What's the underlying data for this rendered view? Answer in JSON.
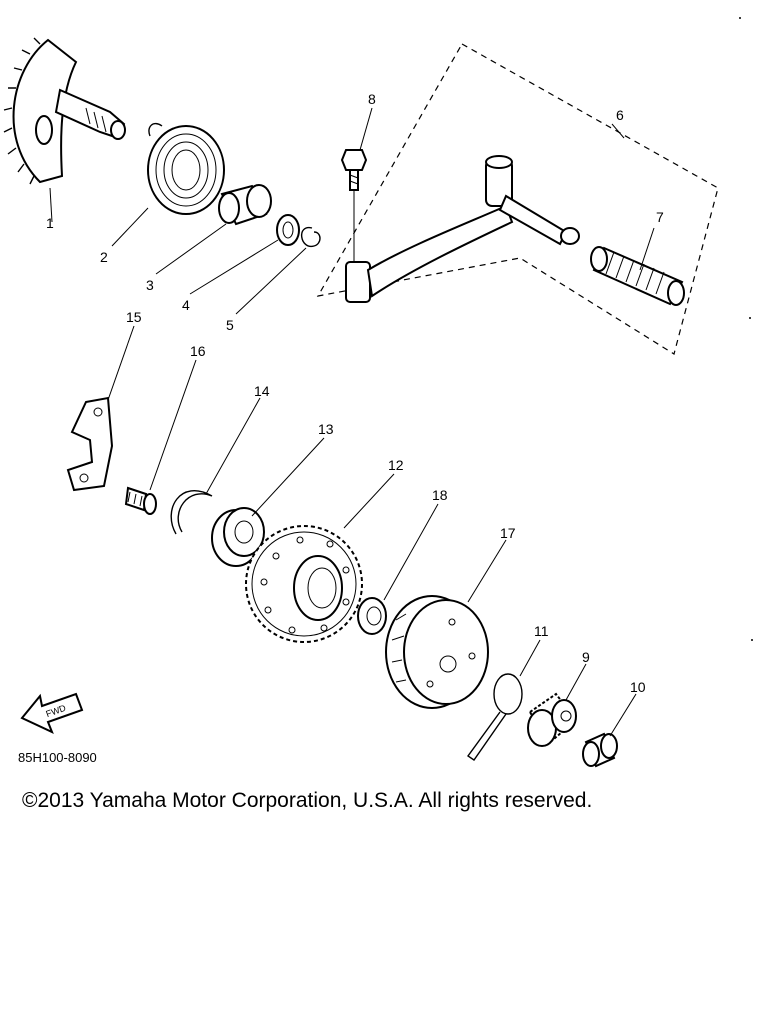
{
  "diagram": {
    "part_labels": [
      "1",
      "2",
      "3",
      "4",
      "5",
      "6",
      "7",
      "8",
      "9",
      "10",
      "11",
      "12",
      "13",
      "14",
      "15",
      "16",
      "17",
      "18"
    ],
    "direction_arrow_text": "FWD",
    "diagram_code": "85H100-8090"
  },
  "footer": {
    "copyright": "©2013 Yamaha Motor Corporation, U.S.A. All rights reserved."
  }
}
